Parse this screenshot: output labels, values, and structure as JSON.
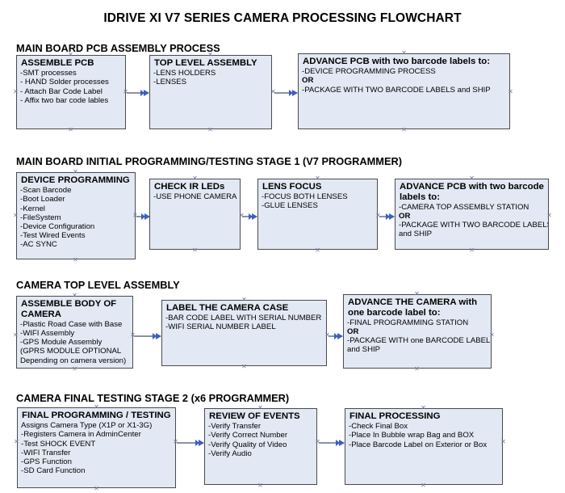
{
  "document": {
    "title": "IDRIVE XI V7 SERIES CAMERA PROCESSING FLOWCHART"
  },
  "colors": {
    "node_fill": "#e3e9f4",
    "node_border": "#4a4a4a",
    "connector_line": "#8a93a6",
    "connector_arrow": "#3b5fc0",
    "handle": "#6f7ba0",
    "text": "#000000",
    "page_background": "#ffffff"
  },
  "sections": [
    {
      "id": "main-board-pcb-assembly-process",
      "heading": "MAIN BOARD PCB ASSEMBLY PROCESS",
      "nodes": [
        {
          "id": "assemble-pcb",
          "title": "ASSEMBLE PCB",
          "lines": [
            {
              "text": "-SMT processes",
              "bold": false
            },
            {
              "text": "- HAND Solder processes",
              "bold": false
            },
            {
              "text": "- Attach Bar Code Label",
              "bold": false
            },
            {
              "text": "- Affix two bar code lables",
              "bold": false
            }
          ]
        },
        {
          "id": "top-level-assembly",
          "title": "TOP LEVEL ASSEMBLY",
          "lines": [
            {
              "text": "-LENS HOLDERS",
              "bold": false
            },
            {
              "text": "-LENSES",
              "bold": false
            }
          ]
        },
        {
          "id": "advance-pcb-two-barcode-labels",
          "title": "ADVANCE PCB with two barcode labels to:",
          "lines": [
            {
              "text": "-DEVICE PROGRAMMING PROCESS",
              "bold": false
            },
            {
              "text": "OR",
              "bold": true
            },
            {
              "text": "-PACKAGE WITH TWO BARCODE LABELS and SHIP",
              "bold": false
            }
          ]
        }
      ]
    },
    {
      "id": "main-board-initial-programming-testing-stage-1",
      "heading": "MAIN BOARD INITIAL PROGRAMMING/TESTING STAGE 1 (V7 PROGRAMMER)",
      "nodes": [
        {
          "id": "device-programming",
          "title": "DEVICE PROGRAMMING",
          "lines": [
            {
              "text": "-Scan Barcode",
              "bold": false
            },
            {
              "text": "-Boot Loader",
              "bold": false
            },
            {
              "text": "-Kernel",
              "bold": false
            },
            {
              "text": "-FileSystem",
              "bold": false
            },
            {
              "text": "-Device Configuration",
              "bold": false
            },
            {
              "text": "-Test Wired Events",
              "bold": false
            },
            {
              "text": "-AC SYNC",
              "bold": false
            }
          ]
        },
        {
          "id": "check-ir-leds",
          "title": "CHECK IR LEDs",
          "lines": [
            {
              "text": "-USE PHONE CAMERA",
              "bold": false
            }
          ]
        },
        {
          "id": "lens-focus",
          "title": "LENS FOCUS",
          "lines": [
            {
              "text": "-FOCUS BOTH LENSES",
              "bold": false
            },
            {
              "text": "-GLUE LENSES",
              "bold": false
            }
          ]
        },
        {
          "id": "advance-pcb-two-barcode-labels-stage1",
          "title": "ADVANCE PCB with two barcode labels to:",
          "lines": [
            {
              "text": "-CAMERA TOP ASSEMBLY STATION",
              "bold": false
            },
            {
              "text": "OR",
              "bold": true
            },
            {
              "text": "-PACKAGE WITH TWO BARCODE LABELS",
              "bold": false
            },
            {
              "text": "and SHIP",
              "bold": false
            }
          ]
        }
      ]
    },
    {
      "id": "camera-top-level-assembly",
      "heading": "CAMERA TOP LEVEL ASSEMBLY",
      "nodes": [
        {
          "id": "assemble-body-of-camera",
          "title": "ASSEMBLE BODY OF CAMERA",
          "lines": [
            {
              "text": "-Plastic Road Case with Base",
              "bold": false
            },
            {
              "text": "-WIFI Assembly",
              "bold": false
            },
            {
              "text": "-GPS Module Assembly",
              "bold": false
            },
            {
              "text": "(GPRS MODULE OPTIONAL",
              "bold": false
            },
            {
              "text": "Depending on camera version)",
              "bold": false
            }
          ]
        },
        {
          "id": "label-the-camera-case",
          "title": "LABEL THE CAMERA CASE",
          "lines": [
            {
              "text": "-BAR CODE LABEL WITH SERIAL NUMBER",
              "bold": false
            },
            {
              "text": "-WIFI SERIAL NUMBER LABEL",
              "bold": false
            }
          ]
        },
        {
          "id": "advance-the-camera-one-barcode-label",
          "title": "ADVANCE THE CAMERA with one barcode label to:",
          "lines": [
            {
              "text": "-FINAL PROGRAMMING STATION",
              "bold": false
            },
            {
              "text": "OR",
              "bold": true
            },
            {
              "text": "-PACKAGE WITH one BARCODE LABEL",
              "bold": false
            },
            {
              "text": "and SHIP",
              "bold": false
            }
          ]
        }
      ]
    },
    {
      "id": "camera-final-testing-stage-2",
      "heading": "CAMERA FINAL TESTING STAGE 2 (x6 PROGRAMMER)",
      "nodes": [
        {
          "id": "final-programming-testing",
          "title": "FINAL PROGRAMMING / TESTING",
          "lines": [
            {
              "text": "Assigns Camera Type (X1P or X1-3G)",
              "bold": false
            },
            {
              "text": "-Registers Camera in AdminCenter",
              "bold": false
            },
            {
              "text": "-Test SHOCK EVENT",
              "bold": false
            },
            {
              "text": "-WIFI Transfer",
              "bold": false
            },
            {
              "text": "-GPS Function",
              "bold": false
            },
            {
              "text": "-SD Card Function",
              "bold": false
            }
          ]
        },
        {
          "id": "review-of-events",
          "title": "REVIEW OF EVENTS",
          "lines": [
            {
              "text": "-Verify Transfer",
              "bold": false
            },
            {
              "text": "-Verify Correct Number",
              "bold": false
            },
            {
              "text": "-Verify Quality of Video",
              "bold": false
            },
            {
              "text": "-Verify Audio",
              "bold": false
            }
          ]
        },
        {
          "id": "final-processing",
          "title": "FINAL PROCESSING",
          "lines": [
            {
              "text": "-Check Final Box",
              "bold": false
            },
            {
              "text": "-Place In Bubble wrap Bag and BOX",
              "bold": false
            },
            {
              "text": "-Place Barcode Label on Exterior or Box",
              "bold": false
            }
          ]
        }
      ]
    }
  ]
}
